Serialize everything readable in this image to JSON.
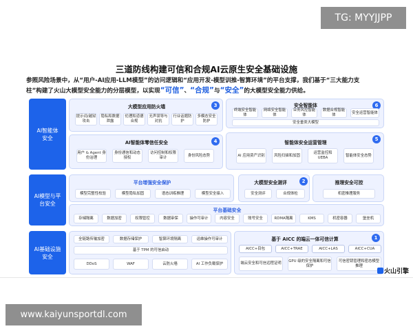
{
  "watermark_tg": "TG: MYYJJPP",
  "watermark_site": "www.kaiyunsportdl.com",
  "title": "三道防线构建可信和合规AI云原生安全基础设施",
  "intro": {
    "line1": "参照风险场景中，从“用户-AI应用-LLM模型”的访问逻辑和“应用开发-模型训推-智算环境”的平台支撑，我们基于“三大能力支",
    "line2_prefix": "柱”构建了火山大模型安全能力的分层模型，以实现",
    "hl1": "“可信”",
    "mid1": "、",
    "hl2": "“合规”",
    "mid2": "与",
    "hl3": "“安全”",
    "suffix": "的大模型安全能力供给。"
  },
  "left_labels": {
    "l1": "AI智能体\n安全",
    "l2": "AI模型与平\n台安全",
    "l3": "AI基础设施\n安全"
  },
  "p1": {
    "title": "大模型应用防火墙",
    "badge": "3",
    "chips": [
      "提示词/越狱攻击",
      "隐私和数据泄露",
      "伦理和道德合规",
      "无声误导与对抗",
      "行业话题防护",
      "多模态安全防护"
    ]
  },
  "p2": {
    "title": "AI智能体零信任安全",
    "badge": "4",
    "chips": [
      "用户 & Agent 身份治理",
      "身份通信和动态授权",
      "访问控制和权限审计",
      "身份风险态势"
    ]
  },
  "p3": {
    "title": "安全智能体",
    "badge": "6",
    "chips": [
      "终端安全智能体",
      "网络安全智能体",
      "业务风控智能体",
      "数据合规智能体",
      "安全运营智能体"
    ],
    "wide": "安全垂类大模型"
  },
  "p4": {
    "title": "智能体安全运营管理",
    "badge": "5",
    "chips": [
      "AI 应用资产识别",
      "风险扫描和加固",
      "运营监控和 UEBA",
      "智能体安全态势"
    ]
  },
  "p5": {
    "title": "平台增强安全保护",
    "chips": [
      "模型完整性校验",
      "模型隐私加固",
      "语态训练推理",
      "模型安全接入"
    ]
  },
  "p6": {
    "title": "大模型安全测评",
    "badge": "2",
    "chips": [
      "安全测评",
      "合规体检"
    ]
  },
  "p7": {
    "title": "推理安全可控",
    "chips": [
      "机密推理服务"
    ]
  },
  "p8": {
    "title": "平台基础安全",
    "chips": [
      "存储隔离",
      "数据加密",
      "权限管控",
      "数据审保",
      "操作可审计",
      "内容安全",
      "账号安全",
      "RDMA隔离",
      "KMS",
      "机密容器",
      "堡垒机"
    ]
  },
  "p9": {
    "chips": [
      "全链路传输加密",
      "数据存储保护",
      "智算环境隔离",
      "运维操作可审计"
    ],
    "wide": "基于 TPM 的可信启动",
    "bottom": [
      "DDoS",
      "WAF",
      "云防火墙",
      "AI 工作负载保护"
    ]
  },
  "p10": {
    "title": "基于 AICC 的端云一体可信计算",
    "badge": "1",
    "chips": [
      "AICC+目包",
      "AICC+TRAE",
      "AICC+LAS",
      "AICC+CUA"
    ],
    "chips2": [
      "端云安全和可信远程证明",
      "GPU 级的安全隔离和可信保护",
      "可信密钥管理和密态模型推理"
    ]
  },
  "logo": "火山引擎"
}
